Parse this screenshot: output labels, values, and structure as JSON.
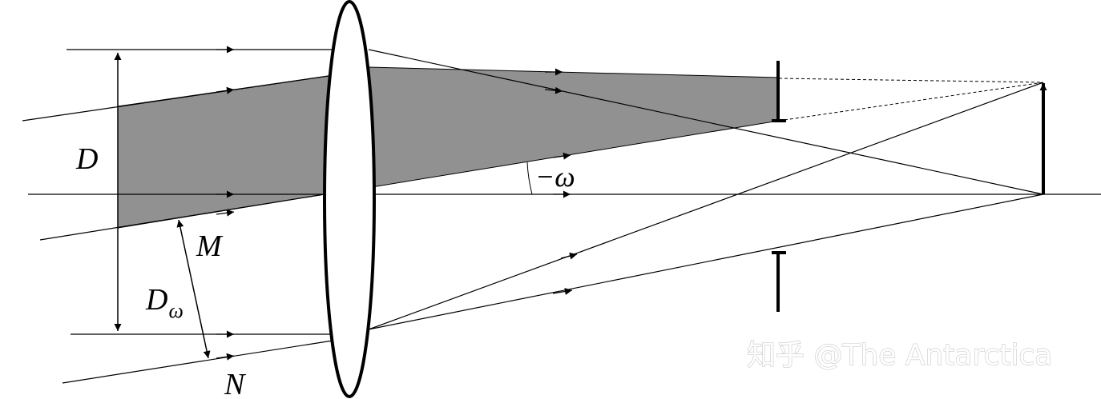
{
  "labels": {
    "D": "D",
    "D_omega_main": "D",
    "D_omega_sub": "ω",
    "omega": "−ω",
    "M": "M",
    "N": "N"
  },
  "watermark": "知乎 @The Antarctica",
  "colors": {
    "shaded_beam": "#919191",
    "line": "#000000",
    "lens_fill": "#ffffff"
  }
}
